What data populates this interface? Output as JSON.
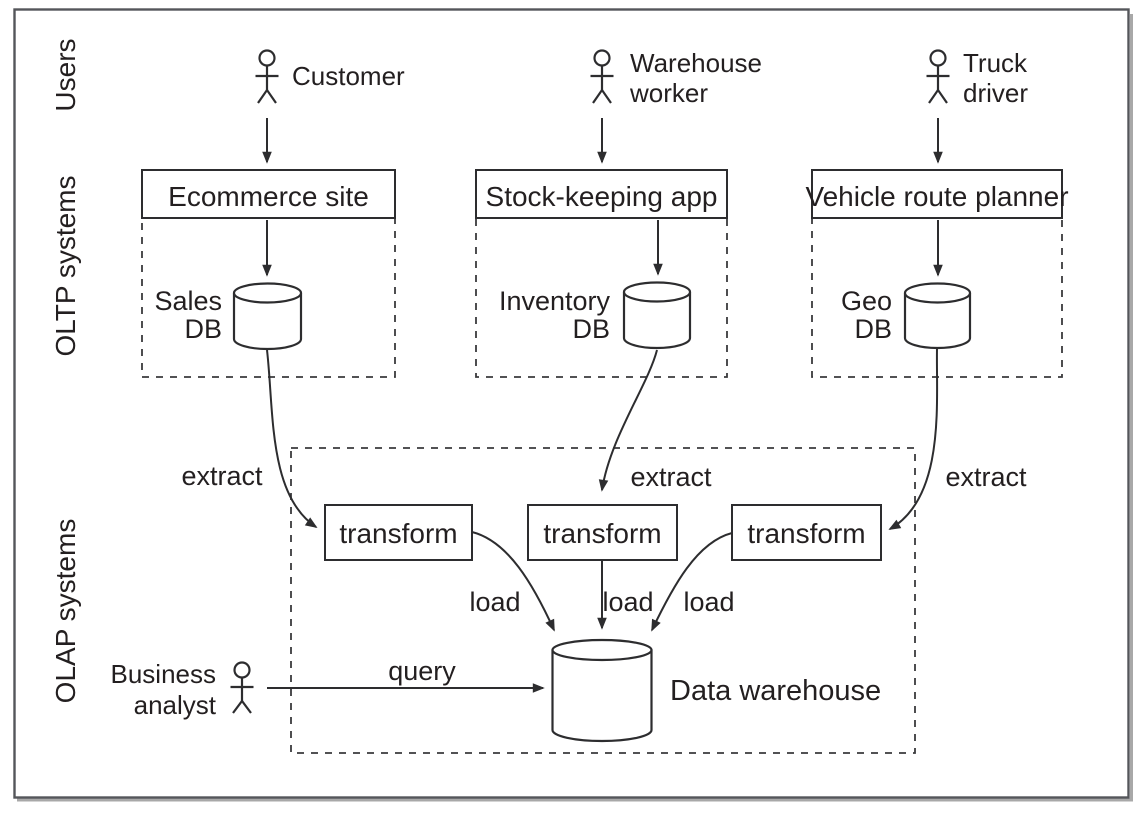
{
  "colors": {
    "line_stroke": "#2d2d2f",
    "text": "#231f20",
    "frame": "#54565a",
    "frame_shadow": "#a8a8a8",
    "background": "#ffffff"
  },
  "lanes": {
    "users": "Users",
    "oltp": "OLTP systems",
    "olap": "OLAP systems"
  },
  "actors": {
    "customer": {
      "name": "Customer"
    },
    "warehouse_worker": {
      "line1": "Warehouse",
      "line2": "worker"
    },
    "truck_driver": {
      "line1": "Truck",
      "line2": "driver"
    },
    "business_analyst": {
      "line1": "Business",
      "line2": "analyst"
    }
  },
  "systems": {
    "ecommerce": "Ecommerce site",
    "stock_keeping": "Stock-keeping app",
    "route_planner": "Vehicle route planner"
  },
  "databases": {
    "sales": {
      "line1": "Sales",
      "line2": "DB"
    },
    "inventory": {
      "line1": "Inventory",
      "line2": "DB"
    },
    "geo": {
      "line1": "Geo",
      "line2": "DB"
    },
    "warehouse": {
      "name": "Data warehouse"
    }
  },
  "etl": {
    "transform1": "transform",
    "transform2": "transform",
    "transform3": "transform",
    "extract1": "extract",
    "extract2": "extract",
    "extract3": "extract",
    "load1": "load",
    "load2": "load",
    "load3": "load",
    "query": "query"
  }
}
